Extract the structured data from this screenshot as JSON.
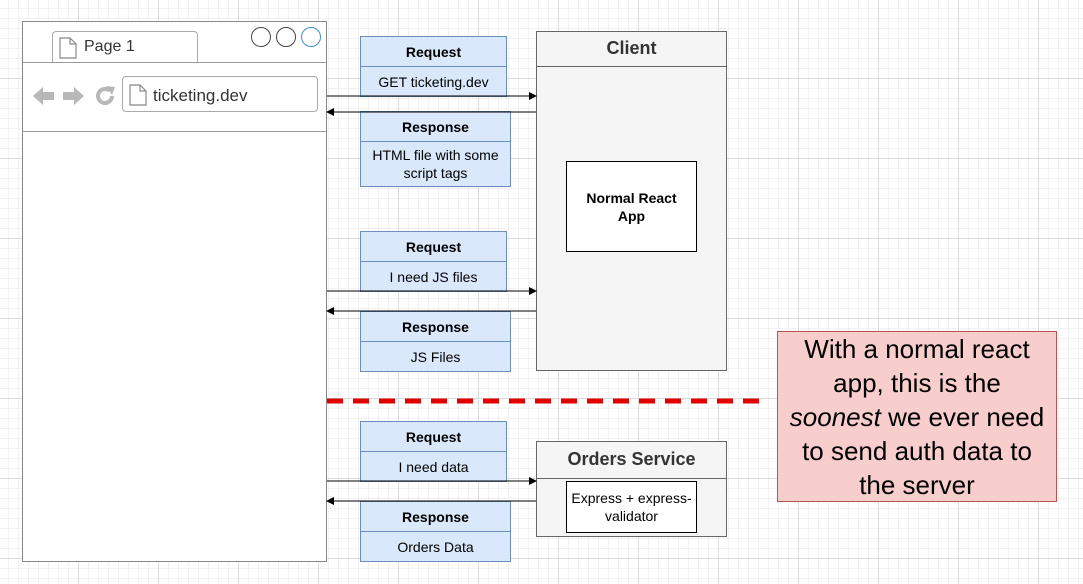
{
  "browser": {
    "tab_label": "Page 1",
    "url": "ticketing.dev"
  },
  "messages": [
    {
      "head": "Request",
      "body": "GET ticketing.dev"
    },
    {
      "head": "Response",
      "body": "HTML file with some script tags"
    },
    {
      "head": "Request",
      "body": "I need JS files"
    },
    {
      "head": "Response",
      "body": "JS Files"
    },
    {
      "head": "Request",
      "body": "I need data"
    },
    {
      "head": "Response",
      "body": "Orders Data"
    }
  ],
  "client": {
    "title": "Client",
    "inner": "Normal React App"
  },
  "orders_service": {
    "title": "Orders Service",
    "inner": "Express + express-validator"
  },
  "note": {
    "text_before": "With a normal react app, this is the",
    "emphasis": "soonest",
    "text_after": "we ever need to send auth data to the server"
  },
  "colors": {
    "message_fill": "#dae8fc",
    "message_stroke": "#6c8ebf",
    "note_fill": "#f8cecc",
    "note_stroke": "#b85450",
    "divider": "#e00000"
  }
}
